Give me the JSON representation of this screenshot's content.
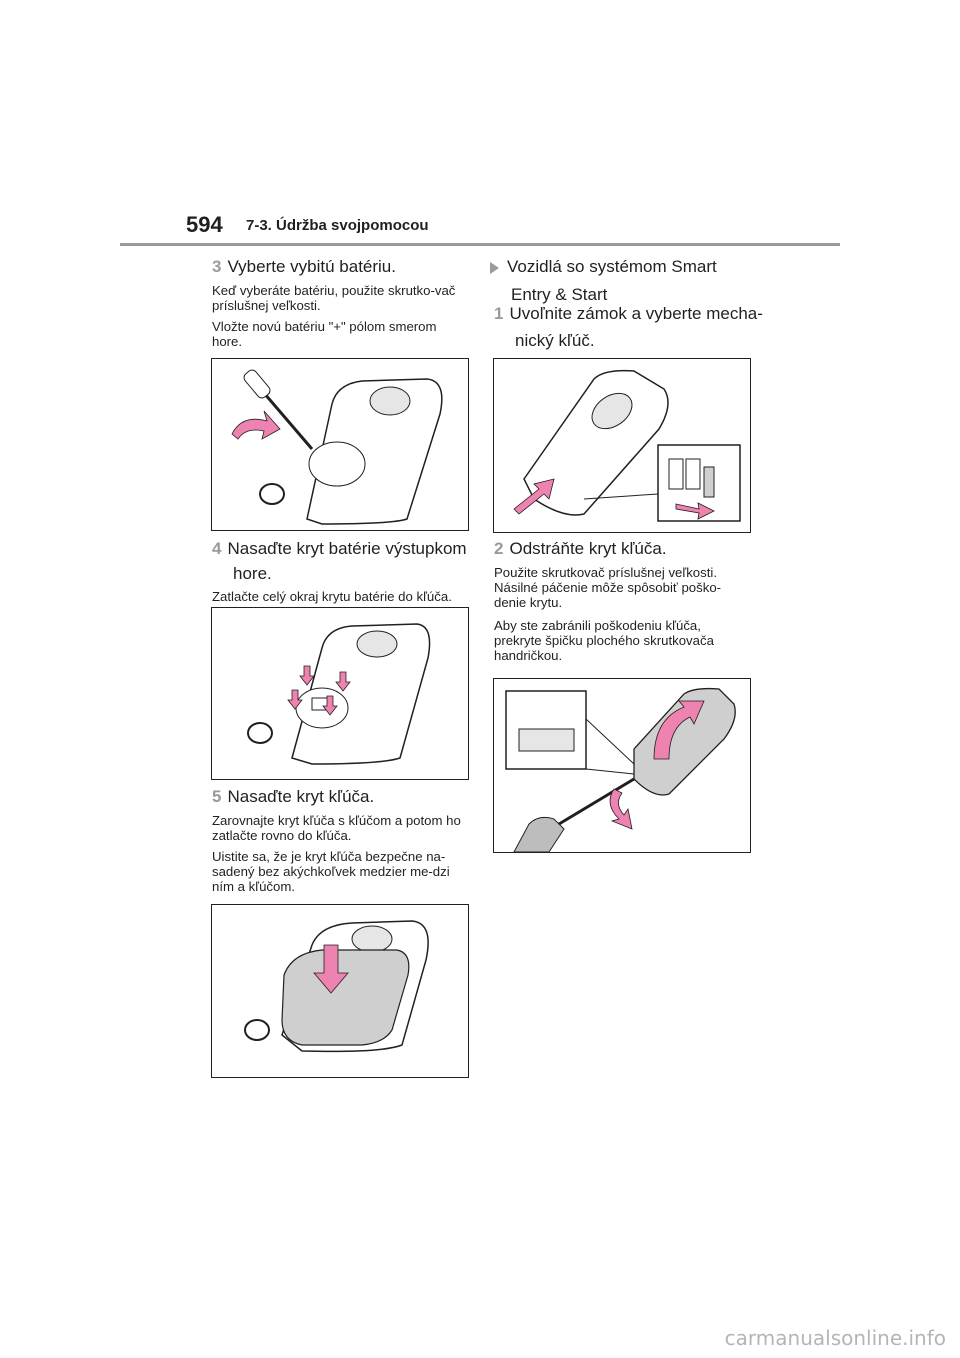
{
  "header": {
    "page_number": "594",
    "section_title": "7-3. Údržba svojpomocou"
  },
  "left": {
    "step3": {
      "number": "3",
      "text": "Vyberte vybitú batériu."
    },
    "step3_notes": [
      "Keď vyberáte batériu, použite skrutko-vač príslušnej veľkosti.",
      "Vložte novú batériu \"+\" pólom smerom hore."
    ],
    "step4": {
      "number": "4",
      "line1": "Nasaďte kryt batérie výstupkom",
      "line2": "hore."
    },
    "step4_note": "Zatlačte celý okraj krytu batérie do kľúča.",
    "step5": {
      "number": "5",
      "text": "Nasaďte kryt kľúča."
    },
    "step5_notes": [
      "Zarovnajte kryt kľúča s kľúčom a potom ho zatlačte rovno do kľúča.",
      "Uistite sa, že je kryt kľúča bezpečne na-sadený bez akýchkoľvek medzier me-dzi ním a kľúčom."
    ]
  },
  "right": {
    "heading": {
      "line1": "Vozidlá so systémom Smart",
      "line2": "Entry & Start"
    },
    "step1": {
      "number": "1",
      "line1": "Uvoľnite zámok a vyberte mecha-",
      "line2": "nický kľúč."
    },
    "step2": {
      "number": "2",
      "text": "Odstráňte kryt kľúča."
    },
    "step2_notes": [
      "Použite skrutkovač príslušnej veľkosti. Násilné páčenie môže spôsobiť poško-denie krytu.",
      "Aby ste zabránili poškodeniu kľúča, prekryte špičku plochého skrutkovača handričkou."
    ]
  },
  "watermark": "carmanualsonline.info",
  "colors": {
    "text": "#231f20",
    "accent_gray": "#9a9a9a",
    "arrow_pink": "#ee82b0",
    "cover_gray": "#cfcfcf"
  }
}
